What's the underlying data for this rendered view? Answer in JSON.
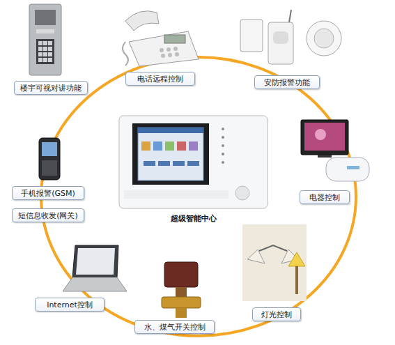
{
  "diagram": {
    "nodes": [
      {
        "text": [
          "楼宇可视对讲功能"
        ]
      },
      {
        "text": [
          "电话远程控制"
        ]
      },
      {
        "text": [
          "安防报警功能"
        ]
      },
      {
        "text": [
          "手机报警(GSM)"
        ]
      },
      {
        "text": [
          "短信息收发(网关)"
        ]
      },
      {
        "text": [
          "超级智能中心"
        ]
      },
      {
        "text": [
          "电器控制"
        ]
      },
      {
        "text": [
          "Internet控制"
        ]
      },
      {
        "text": [
          "水、煤气开关控制"
        ]
      },
      {
        "text": [
          "灯光控制"
        ]
      }
    ]
  }
}
